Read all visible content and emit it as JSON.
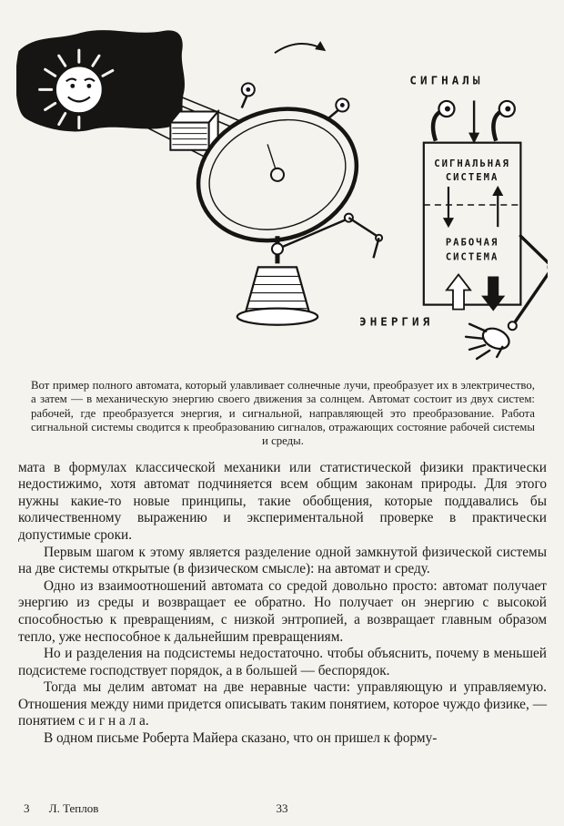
{
  "colors": {
    "paper": "#f5f3ee",
    "ink": "#1d1c1a"
  },
  "figure": {
    "labels": {
      "signals": "СИГНАЛЫ",
      "signal_system_line1": "СИГНАЛЬНАЯ",
      "signal_system_line2": "СИСТЕМА",
      "work_system_line1": "РАБОЧАЯ",
      "work_system_line2": "СИСТЕМА",
      "energy": "ЭНЕРГИЯ"
    },
    "caption": "Вот пример полного автомата, который улавливает солнечные лучи, преобразует их в электричество, а затем — в механическую энергию своего движения за солнцем. Автомат состоит из двух систем: рабочей, где преобразуется энергия, и сигнальной, направляющей это преобразование. Работа сигнальной системы сводится к преобразованию сигналов, отражающих состояние рабочей системы и среды."
  },
  "document": {
    "paragraphs": [
      "мата в формулах классической механики или статистической физики практически недостижимо, хотя автомат подчиняется всем общим законам природы. Для этого нужны какие-то новые принципы, такие обобщения, которые поддавались бы количественному выражению и экспериментальной проверке в практически допустимые сроки.",
      "Первым шагом к этому является разделение одной замкнутой физической системы на две системы открытые (в физическом смысле): на автомат и среду.",
      "Одно из взаимоотношений автомата со средой довольно просто: автомат получает энергию из среды и возвращает ее обратно. Но получает он энергию с высокой способностью к превращениям, с низкой энтропией, а возвращает главным образом тепло, уже неспособное к дальнейшим превращениям.",
      "Но и разделения на подсистемы недостаточно. чтобы объяснить, почему в меньшей подсистеме господствует порядок, а в большей — беспорядок.",
      "Тогда мы делим автомат на две неравные части: управляющую и управляемую. Отношения между ними придется описывать таким понятием, которое чуждо физике, — понятием с и г н а л а.",
      "В одном письме Роберта Майера сказано, что он пришел к форму-"
    ],
    "footer": {
      "signature_number": "3",
      "signature_author": "Л. Теплов",
      "page_number": "33"
    }
  }
}
